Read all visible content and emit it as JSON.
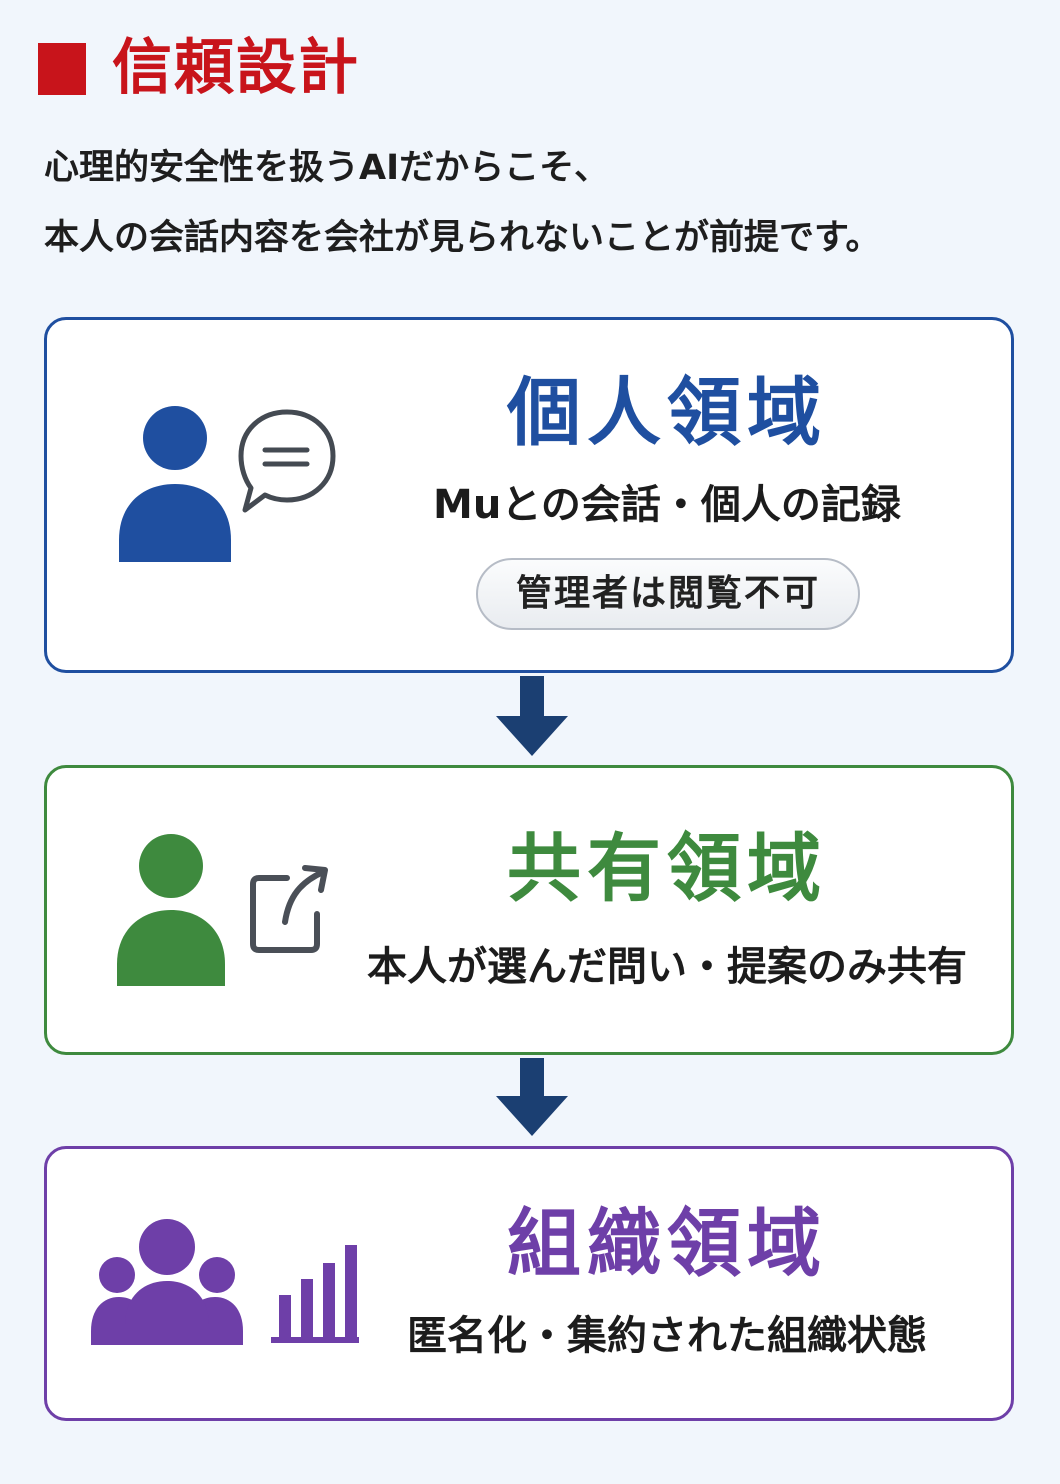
{
  "header": {
    "title": "信頼設計"
  },
  "intro": {
    "line1": "心理的安全性を扱うAIだからこそ、",
    "line2": "本人の会話内容を会社が見られないことが前提です。"
  },
  "zones": [
    {
      "title": "個人領域",
      "description": "Muとの会話・個人の記録",
      "badge": "管理者は閲覧不可",
      "color": "#1f4fa0"
    },
    {
      "title": "共有領域",
      "description": "本人が選んだ問い・提案のみ共有",
      "color": "#3e8a3e"
    },
    {
      "title": "組織領域",
      "description": "匿名化・集約された組織状態",
      "color": "#6e3fa8"
    }
  ],
  "colors": {
    "accent": "#c8141b",
    "arrow": "#1b3f72",
    "background": "#f1f6fc"
  },
  "icons": {
    "personal": [
      "person-icon",
      "chat-bubble-icon"
    ],
    "shared": [
      "person-icon",
      "share-icon"
    ],
    "org": [
      "group-icon",
      "bar-chart-icon"
    ],
    "flow": "down-arrow-icon"
  }
}
